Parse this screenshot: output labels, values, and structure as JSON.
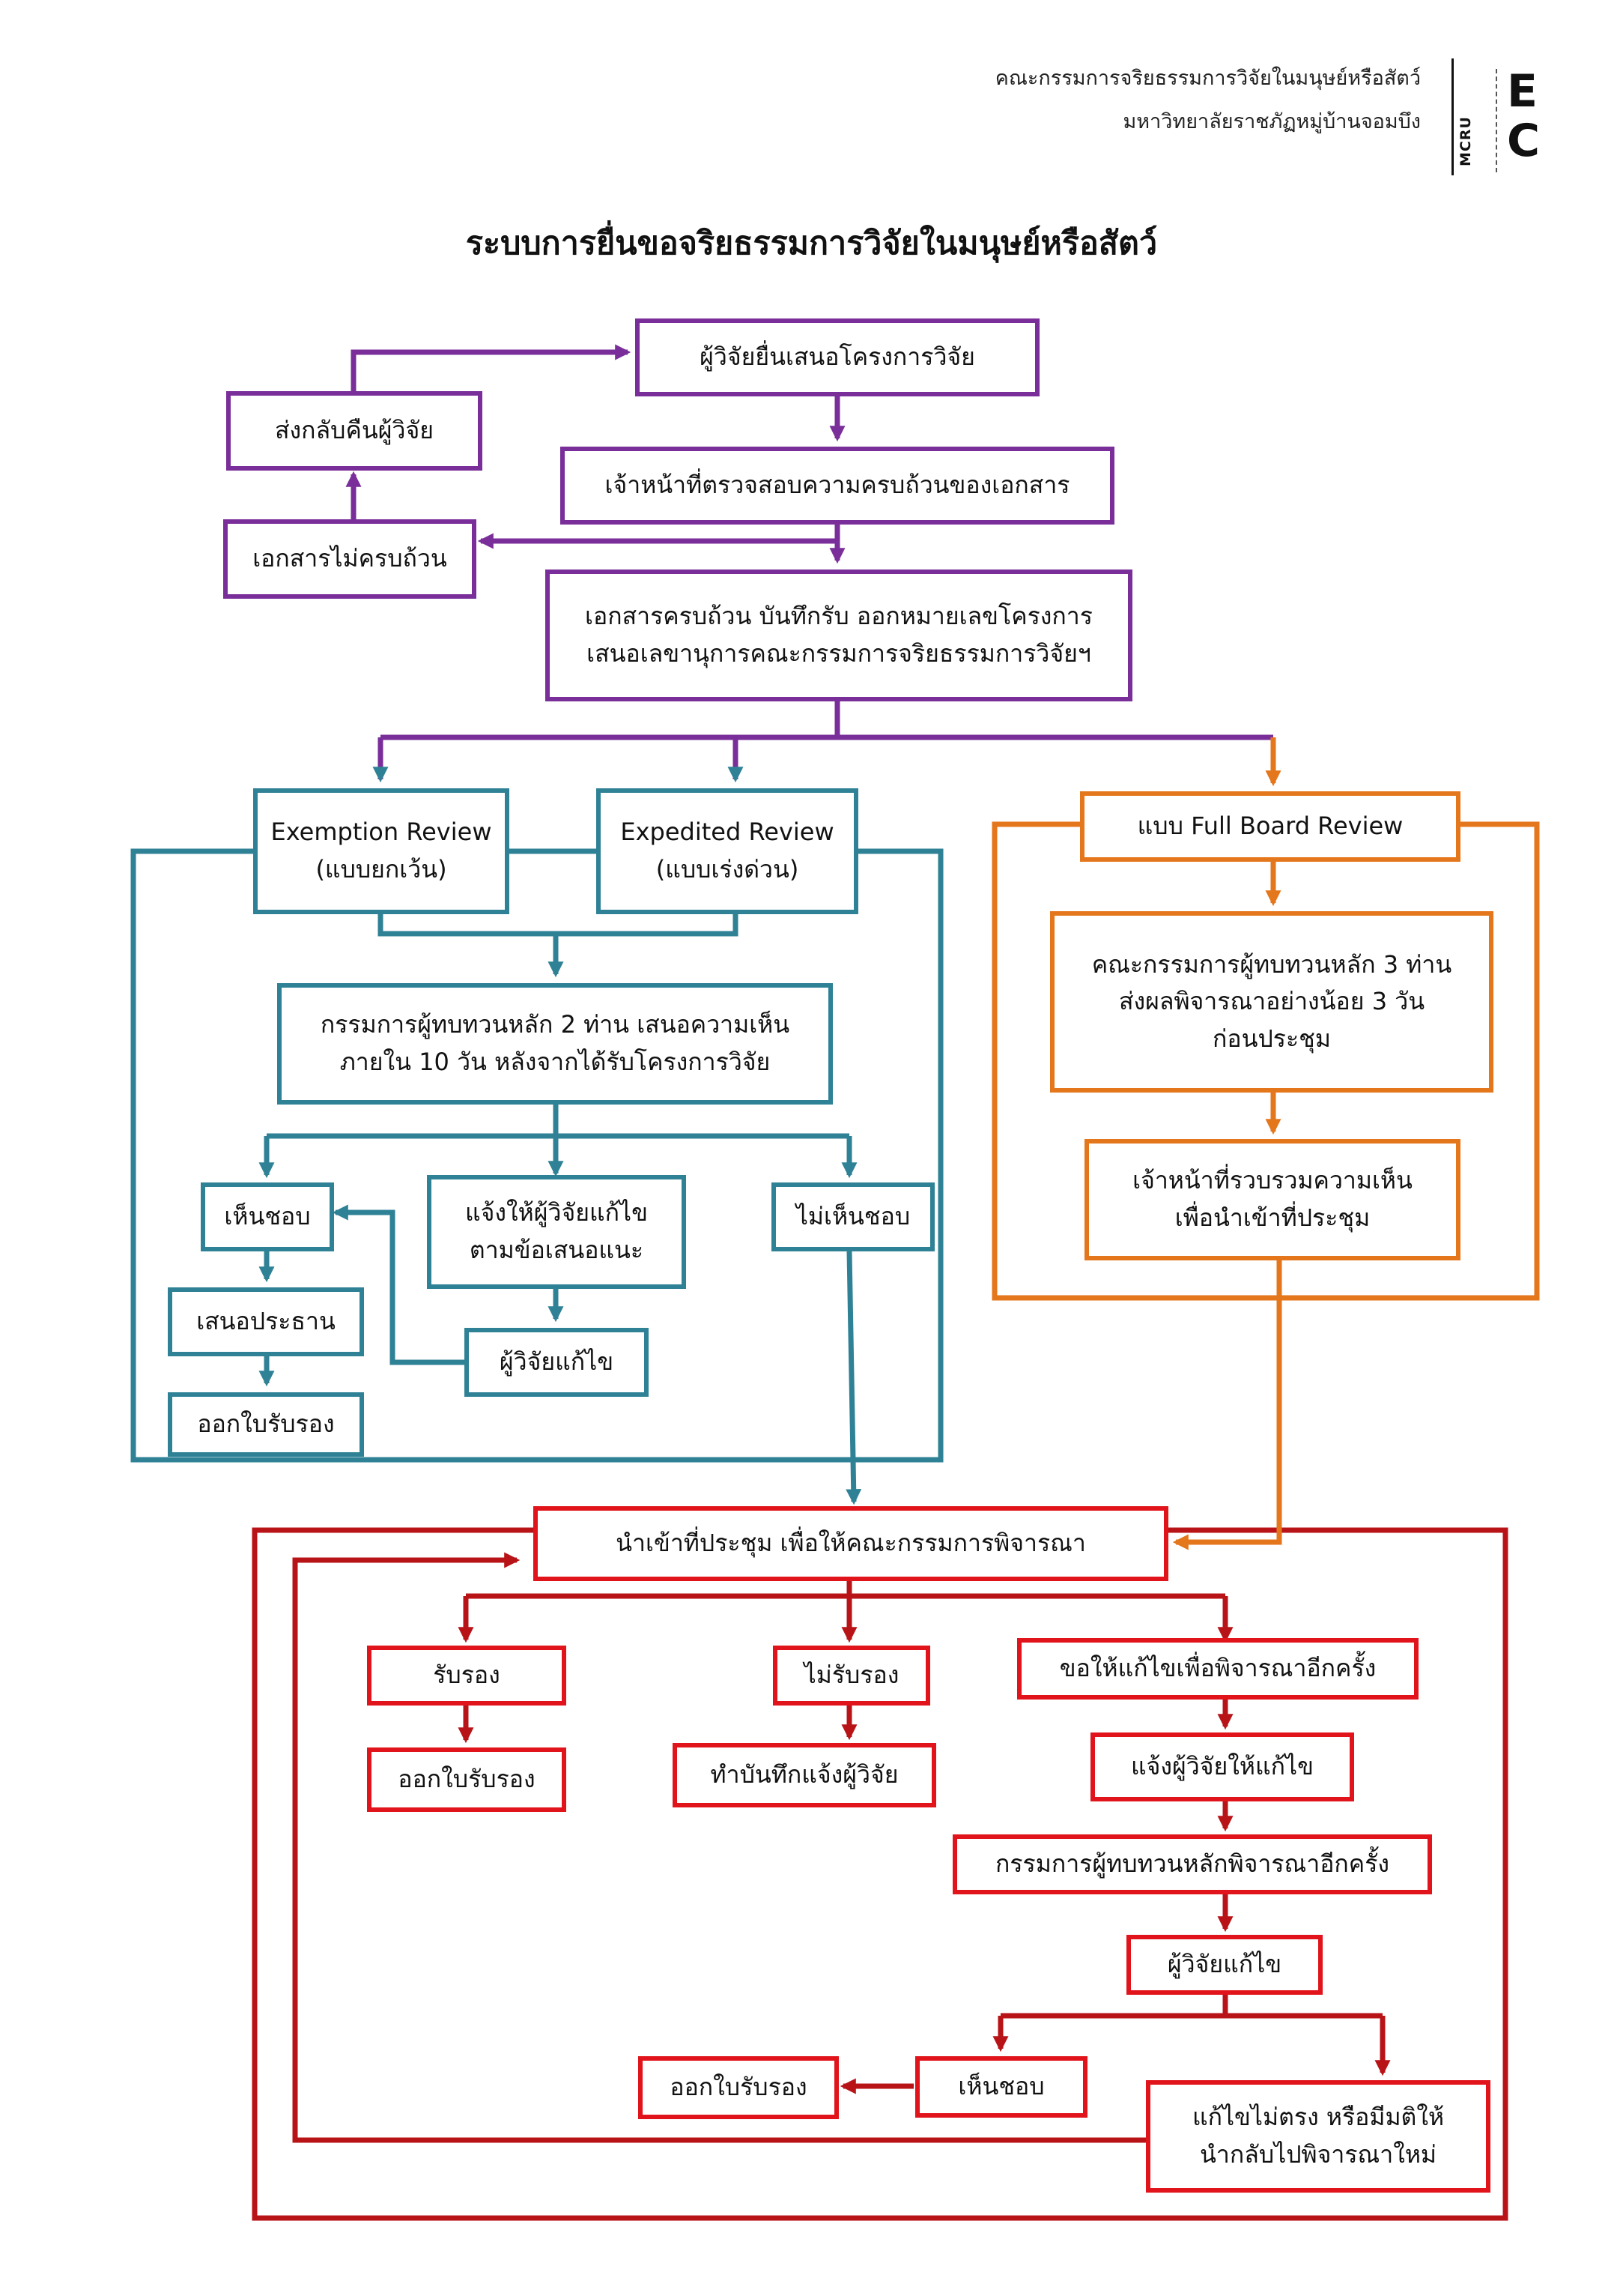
{
  "header": {
    "line1": "คณะกรรมการจริยธรรมการวิจัยในมนุษย์หรือสัตว์",
    "line2": "มหาวิทยาลัยราชภัฏหมู่บ้านจอมบึง",
    "logo_side": "MCRU",
    "logo_e": "E",
    "logo_c": "C"
  },
  "title": "ระบบการยื่นขอจริยธรรมการวิจัยในมนุษย์หรือสัตว์",
  "colors": {
    "purple": "#7a2e9a",
    "teal": "#2f8296",
    "orange": "#e4761c",
    "red": "#e0141a",
    "dark_red": "#b81418"
  },
  "nodes": {
    "submit": "ผู้วิจัยยื่นเสนอโครงการวิจัย",
    "return": "ส่งกลับคืนผู้วิจัย",
    "check": "เจ้าหน้าที่ตรวจสอบความครบถ้วนของเอกสาร",
    "incomplete": "เอกสารไม่ครบถ้วน",
    "complete_1": "เอกสารครบถ้วน บันทึกรับ ออกหมายเลขโครงการ",
    "complete_2": "เสนอเลขานุการคณะกรรมการจริยธรรมการวิจัยฯ",
    "exemption_1": "Exemption Review",
    "exemption_2": "(แบบยกเว้น)",
    "expedited_1": "Expedited Review",
    "expedited_2": "(แบบเร่งด่วน)",
    "fullboard": "แบบ Full Board Review",
    "two_reviewers_1": "กรรมการผู้ทบทวนหลัก 2 ท่าน เสนอความเห็น",
    "two_reviewers_2": "ภายใน 10 วัน หลังจากได้รับโครงการวิจัย",
    "three_reviewers_1": "คณะกรรมการผู้ทบทวนหลัก 3 ท่าน",
    "three_reviewers_2": "ส่งผลพิจารณาอย่างน้อย 3 วัน",
    "three_reviewers_3": "ก่อนประชุม",
    "collect_1": "เจ้าหน้าที่รวบรวมความเห็น",
    "collect_2": "เพื่อนำเข้าที่ประชุม",
    "agree": "เห็นชอบ",
    "notify_fix_1": "แจ้งให้ผู้วิจัยแก้ไข",
    "notify_fix_2": "ตามข้อเสนอแนะ",
    "disagree": "ไม่เห็นชอบ",
    "propose_chair": "เสนอประธาน",
    "researcher_fix_a": "ผู้วิจัยแก้ไข",
    "certificate_a": "ออกใบรับรอง",
    "meeting": "นำเข้าที่ประชุม เพื่อให้คณะกรรมการพิจารณา",
    "approve": "รับรอง",
    "reject": "ไม่รับรอง",
    "revise_again": "ขอให้แก้ไขเพื่อพิจารณาอีกครั้ง",
    "certificate_b": "ออกใบรับรอง",
    "record_notify": "ทำบันทึกแจ้งผู้วิจัย",
    "notify_researcher": "แจ้งผู้วิจัยให้แก้ไข",
    "main_reconsider": "กรรมการผู้ทบทวนหลักพิจารณาอีกครั้ง",
    "researcher_fix_b": "ผู้วิจัยแก้ไข",
    "agree_b": "เห็นชอบ",
    "certificate_c": "ออกใบรับรอง",
    "not_match_1": "แก้ไขไม่ตรง หรือมีมติให้",
    "not_match_2": "นำกลับไปพิจารณาใหม่"
  }
}
